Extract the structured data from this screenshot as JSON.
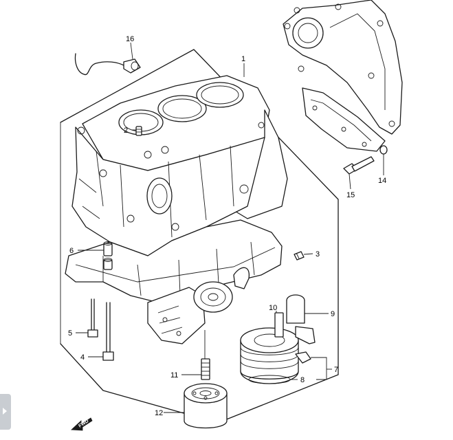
{
  "parts": {
    "cylinder_block": "1",
    "plug_2": "2",
    "plug_3": "3",
    "bolt_4": "4",
    "bolt_5": "5",
    "pin_6": "6",
    "oil_cooler_7": "7",
    "gasket_8": "8",
    "union_9": "9",
    "union_bolt_10": "10",
    "stud_11": "11",
    "oil_filter_12": "12",
    "washer_14": "14",
    "bolt_15": "15",
    "knock_sensor_16": "16"
  },
  "direction_arrow": {
    "label": "FWD"
  },
  "colors": {
    "line": "#1a1a1a",
    "background": "#ffffff",
    "side_tab": "#c9cdd2"
  }
}
